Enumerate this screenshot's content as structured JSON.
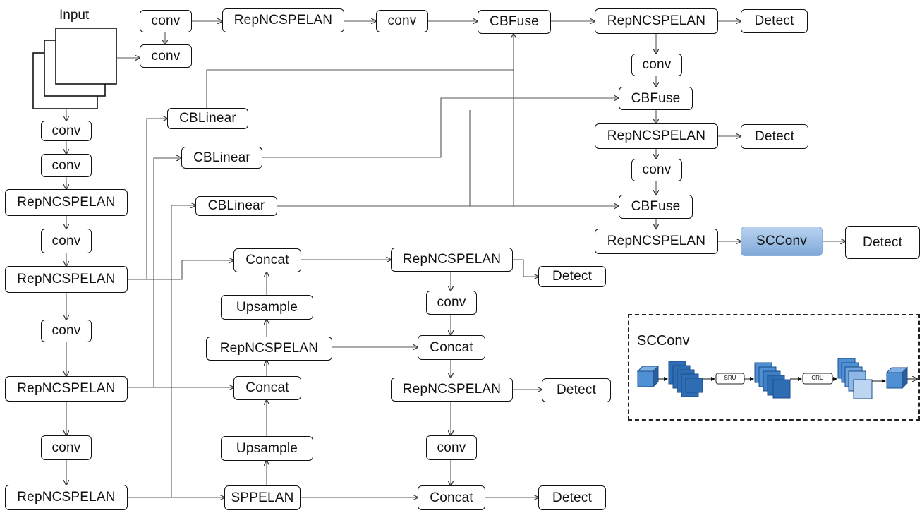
{
  "input_label": "Input",
  "nodes": {
    "bb_conv1": "conv",
    "bb_conv2": "conv",
    "bb_rep1": "RepNCSPELAN",
    "bb_conv3": "conv",
    "bb_rep2": "RepNCSPELAN",
    "bb_conv4": "conv",
    "bb_rep3": "RepNCSPELAN",
    "bb_conv5": "conv",
    "bb_rep4": "RepNCSPELAN",
    "cbl1": "CBLinear",
    "cbl2": "CBLinear",
    "cbl3": "CBLinear",
    "top_conv_a": "conv",
    "top_conv_b": "conv",
    "top_rep": "RepNCSPELAN",
    "top_conv_c": "conv",
    "cbfuse1": "CBFuse",
    "aux_rep1": "RepNCSPELAN",
    "aux_det1": "Detect",
    "aux_conv1": "conv",
    "cbfuse2": "CBFuse",
    "aux_rep2": "RepNCSPELAN",
    "aux_det2": "Detect",
    "aux_conv2": "conv",
    "cbfuse3": "CBFuse",
    "aux_rep3": "RepNCSPELAN",
    "scconv": "SCConv",
    "aux_det3": "Detect",
    "neck_concat1": "Concat",
    "neck_ups1": "Upsample",
    "neck_rep1": "RepNCSPELAN",
    "neck_concat2": "Concat",
    "neck_ups2": "Upsample",
    "sppelan": "SPPELAN",
    "head_rep1": "RepNCSPELAN",
    "head_det1": "Detect",
    "head_conv1": "conv",
    "head_concat1": "Concat",
    "head_rep2": "RepNCSPELAN",
    "head_det2": "Detect",
    "head_conv2": "conv",
    "head_concat2": "Concat",
    "head_det3": "Detect"
  },
  "legend": {
    "title": "SCConv",
    "sru_label": "SRU",
    "cru_label": "CRU"
  },
  "colors": {
    "stroke": "#111111",
    "scconv_fill_top": "#b9d3ef",
    "scconv_fill_bottom": "#7fa9d9",
    "cube_dark": "#2e6db4",
    "cube_mid": "#4f8fd3",
    "cube_light": "#bcd6f2"
  }
}
